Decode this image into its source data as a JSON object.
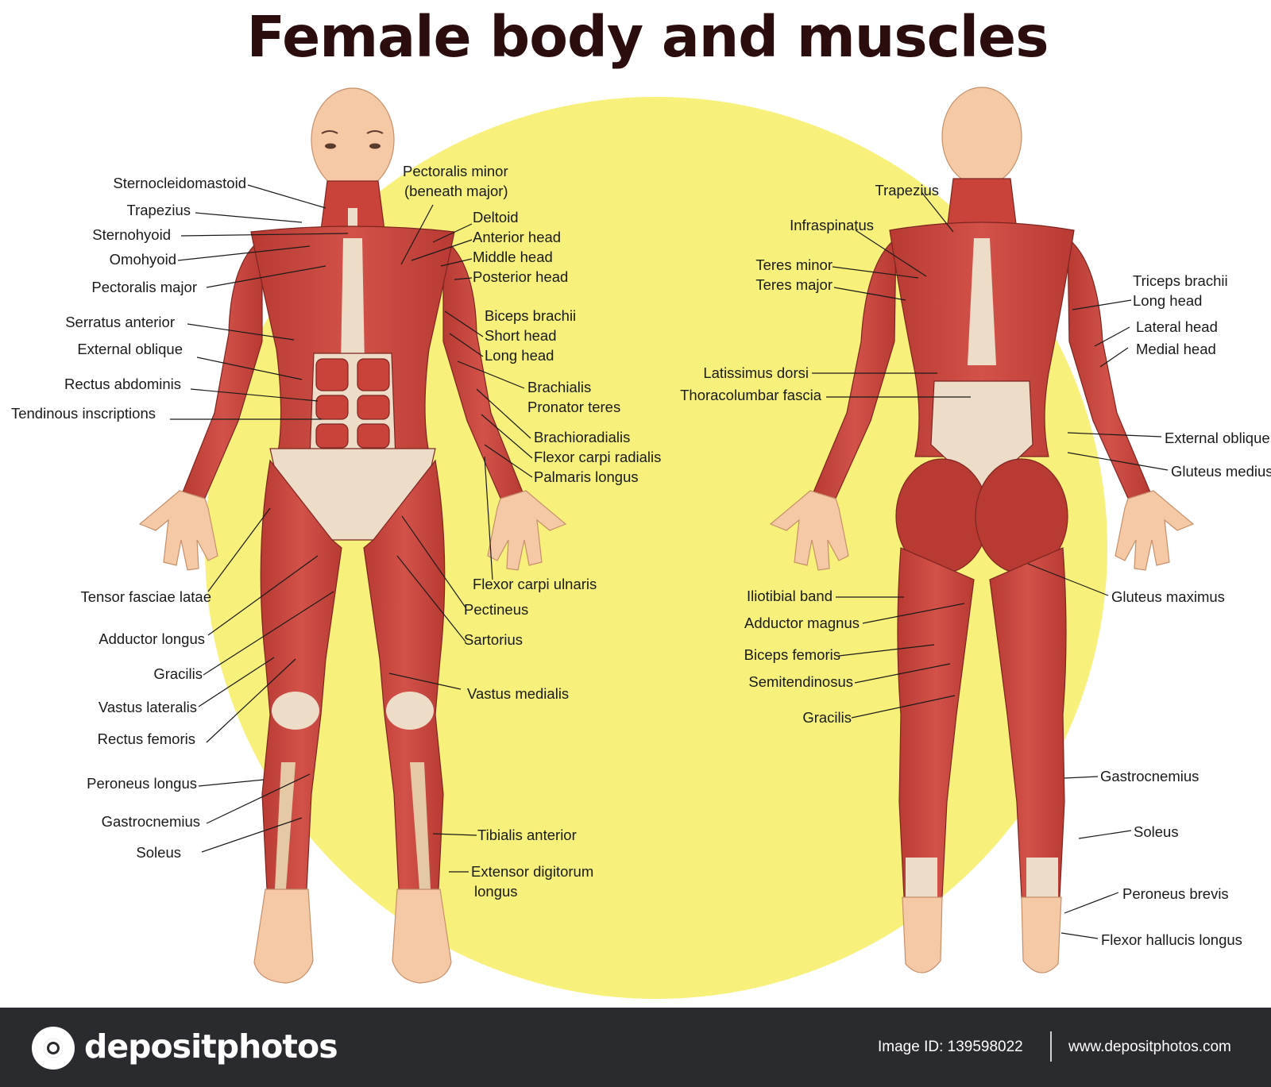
{
  "title": "Female body and muscles",
  "colors": {
    "background": "#ffffff",
    "circle": "#f7f07a",
    "muscle": "#c9433a",
    "muscle_dark": "#9e2e28",
    "tendon": "#eddcc8",
    "skin": "#f6c9a6",
    "footer": "#2a2b2e",
    "title": "#2b0d0d"
  },
  "labels": {
    "front_left": [
      "Sternocleidomastoid",
      "Trapezius",
      "Sternohyoid",
      "Omohyoid",
      "Pectoralis major",
      "Serratus anterior",
      "External oblique",
      "Rectus abdominis",
      "Tendinous inscriptions",
      "Tensor fasciae latae",
      "Adductor longus",
      "Gracilis",
      "Vastus lateralis",
      "Rectus femoris",
      "Peroneus longus",
      "Gastrocnemius",
      "Soleus"
    ],
    "front_right": [
      "Pectoralis minor",
      "(beneath major)",
      "Deltoid",
      "Anterior head",
      "Middle head",
      "Posterior head",
      "Biceps brachii",
      "Short head",
      "Long head",
      "Brachialis",
      "Pronator teres",
      "Brachioradialis",
      "Flexor carpi radialis",
      "Palmaris longus",
      "Flexor carpi ulnaris",
      "Pectineus",
      "Sartorius",
      "Vastus medialis",
      "Tibialis anterior",
      "Extensor digitorum",
      "longus"
    ],
    "back_left": [
      "Trapezius",
      "Infraspinatus",
      "Teres minor",
      "Teres major",
      "Latissimus dorsi",
      "Thoracolumbar fascia",
      "Iliotibial band",
      "Adductor magnus",
      "Biceps femoris",
      "Semitendinosus",
      "Gracilis"
    ],
    "back_right": [
      "Triceps brachii",
      "Long head",
      "Lateral head",
      "Medial head",
      "External oblique",
      "Gluteus medius",
      "Gluteus maximus",
      "Gastrocnemius",
      "Soleus",
      "Peroneus brevis",
      "Flexor hallucis longus"
    ]
  },
  "footer": {
    "logo_text": "depositphotos",
    "image_id": "Image ID: 139598022",
    "site": "www.depositphotos.com"
  },
  "icons": [
    "depositphotos-logo-icon"
  ]
}
